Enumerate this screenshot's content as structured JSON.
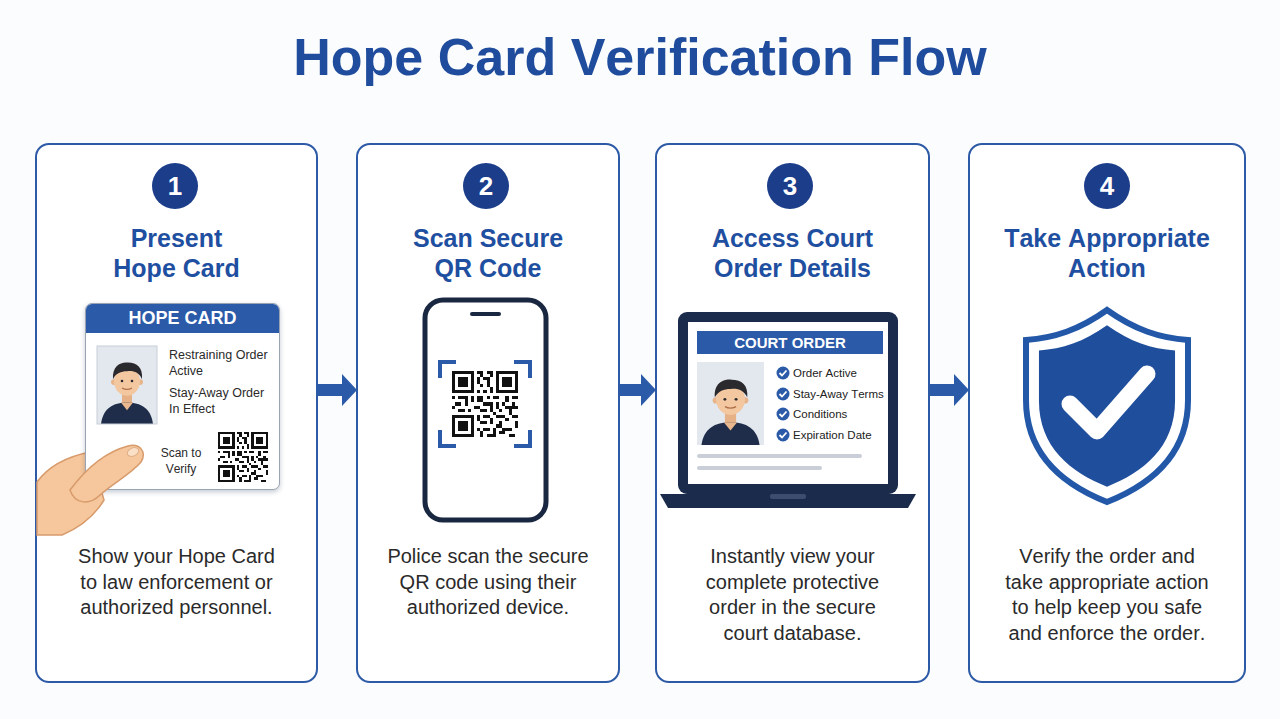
{
  "diagram": {
    "title": "Hope Card Verification Flow",
    "nodes": [
      {
        "text": [
          "Present Hope Card",
          "Show your Hope Card to law enforcement or authorized personnel."
        ]
      },
      {
        "text": [
          "1"
        ],
        "in": 0
      },
      {
        "text": [
          "HOPE CARD",
          "Restraining Order Active",
          "Stay-Away Order In Effect",
          "Scan to Verify"
        ],
        "in": 0
      },
      {
        "text": [
          "Scan Secure QR Code",
          "Police scan the secure QR code using their authorized device."
        ]
      },
      {
        "text": [
          "2"
        ],
        "in": 3
      },
      {
        "text": [
          "Access Court Order Details",
          "Instantly view your complete protective order in the secure court database."
        ]
      },
      {
        "text": [
          "3"
        ],
        "in": 5
      },
      {
        "text": [
          "COURT ORDER",
          "Order Active",
          "Stay-Away Terms",
          "Conditions",
          "Expiration Date"
        ],
        "in": 5
      },
      {
        "text": [
          "Take Appropriate Action",
          "Verify the order and take appropriate action to help keep you safe and enforce the order."
        ]
      },
      {
        "text": [
          "4"
        ],
        "in": 8
      }
    ],
    "edges": [
      {
        "from": 0,
        "to": 3,
        "arrow": "to"
      },
      {
        "from": 3,
        "to": 5,
        "arrow": "to"
      },
      {
        "from": 5,
        "to": 8,
        "arrow": "to"
      }
    ]
  }
}
